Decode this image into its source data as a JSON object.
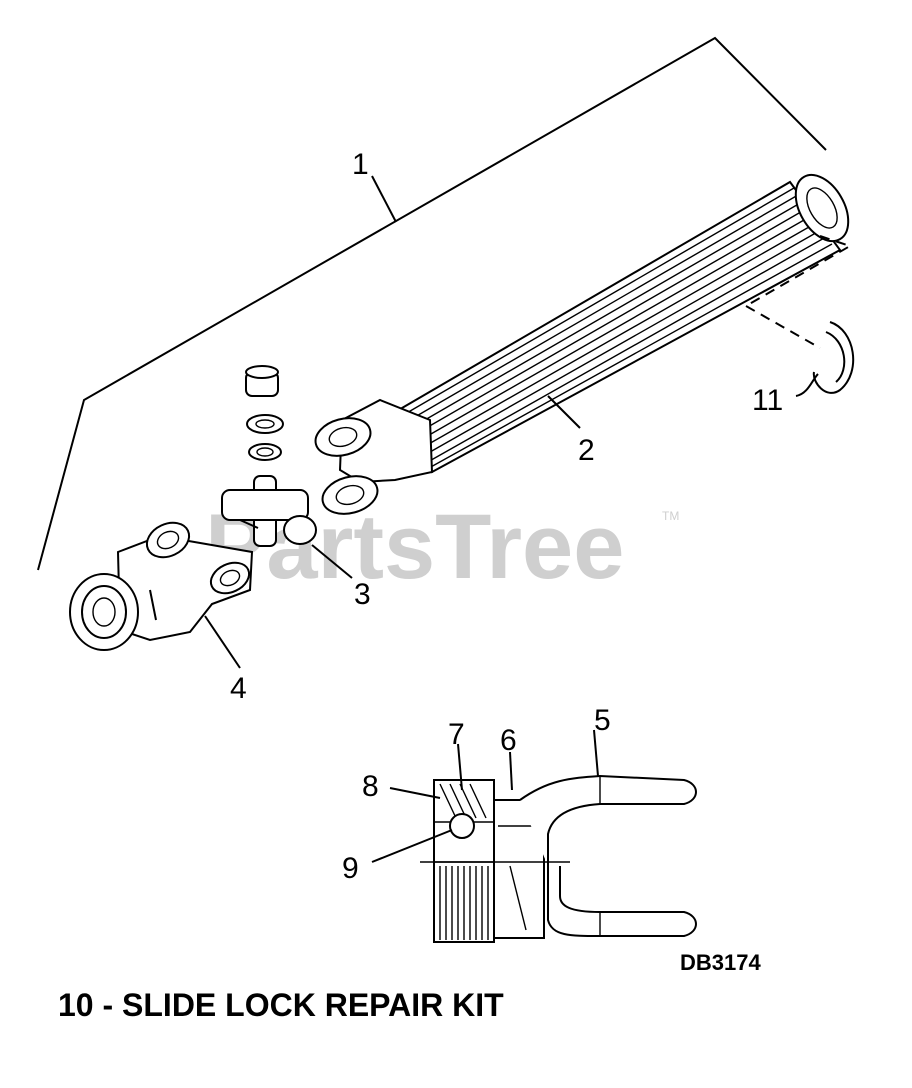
{
  "diagram": {
    "watermark": "PartsTree",
    "watermark_mark": "TM",
    "callouts": {
      "c1": "1",
      "c2": "2",
      "c3": "3",
      "c4": "4",
      "c5": "5",
      "c6": "6",
      "c7": "7",
      "c8": "8",
      "c9": "9",
      "c11": "11"
    },
    "drawing_code": "DB3174",
    "caption": "10 - SLIDE LOCK REPAIR KIT"
  }
}
